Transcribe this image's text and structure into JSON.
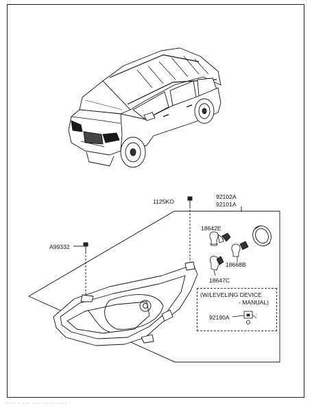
{
  "labels": {
    "assembly_part_1": "92102A",
    "assembly_part_2": "92101A",
    "screw": "1125KO",
    "bolt": "A99332",
    "bulb_1": "18642E",
    "bulb_2": "18668B",
    "bulb_3": "18647C",
    "actuator": "92190A"
  },
  "inset": {
    "line_1": "(W/LEVELING DEVICE",
    "line_2": "- MANUAL)"
  },
  "footer": "~~~~ ~ ~~~ ~~~ ~~~~~ ~~~~"
}
